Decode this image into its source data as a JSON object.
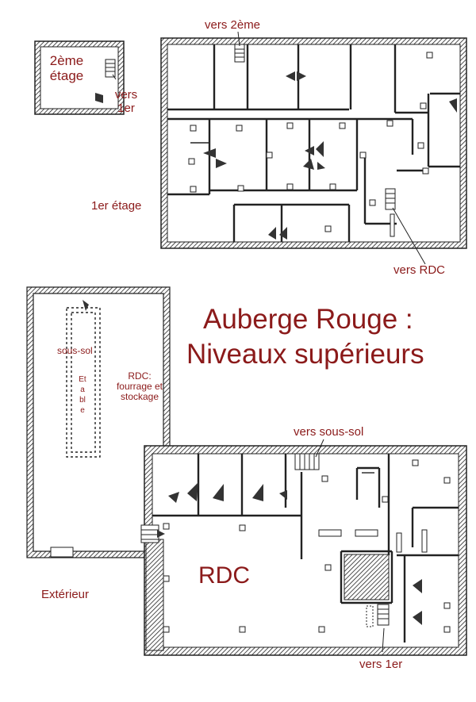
{
  "title": {
    "line1": "Auberge Rouge :",
    "line2": "Niveaux supérieurs"
  },
  "levels": {
    "second_floor": "2ème étage",
    "first_floor": "1er étage",
    "ground_floor": "RDC",
    "basement": "sous-sol",
    "barn_ground": "RDC: fourrage et stockage",
    "stable": "Etable",
    "outside": "Extérieur"
  },
  "stair_labels": {
    "to_second_floor": "vers 2ème",
    "to_first_floor_top": "vers 1er",
    "to_ground_floor": "vers RDC",
    "to_basement": "vers sous-sol",
    "to_first_floor_bottom": "vers 1er"
  },
  "colors": {
    "label": "#8b1a1a",
    "wall": "#2a2a2a",
    "paper": "#ffffff"
  }
}
